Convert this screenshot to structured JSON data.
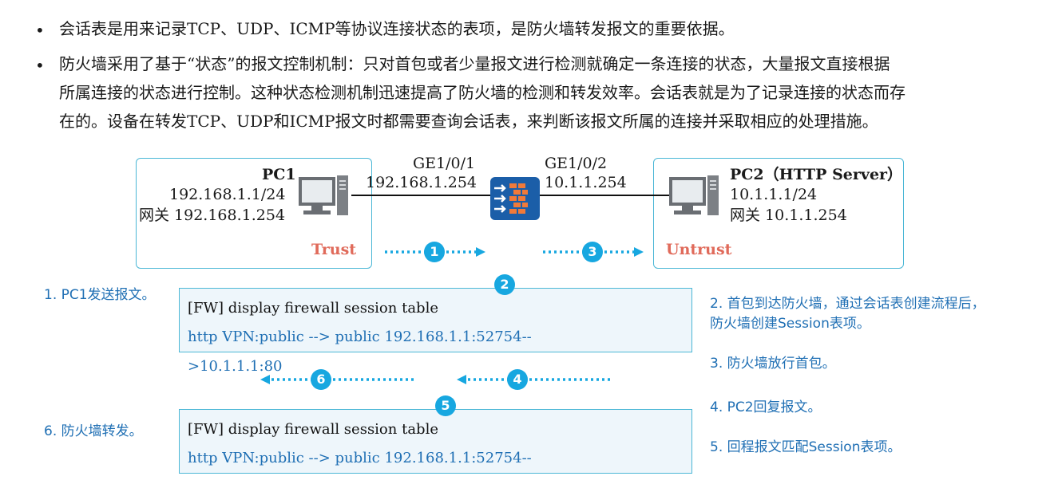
{
  "bullets": [
    "会话表是用来记录TCP、UDP、ICMP等协议连接状态的表项，是防火墙转发报文的重要依据。",
    "防火墙采用了基于“状态”的报文控制机制：只对首包或者少量报文进行检测就确定一条连接的状态，大量报文直接根据",
    "所属连接的状态进行控制。这种状态检测机制迅速提高了防火墙的检测和转发效率。会话表就是为了记录连接的状态而存",
    "在的。设备在转发TCP、UDP和ICMP报文时都需要查询会话表，来判断该报文所属的连接并采取相应的处理措施。"
  ],
  "trust_zone": {
    "label": "Trust",
    "pc_name": "PC1",
    "ip": "192.168.1.1/24",
    "gateway": "网关 192.168.1.254"
  },
  "untrust_zone": {
    "label": "Untrust",
    "pc_name": "PC2（HTTP Server）",
    "ip": "10.1.1.1/24",
    "gateway": "网关 10.1.1.254"
  },
  "firewall": {
    "left_port": "GE1/0/1",
    "left_ip": "192.168.1.254",
    "right_port": "GE1/0/2",
    "right_ip": "10.1.1.254"
  },
  "session_table_1": {
    "command": "[FW] display firewall session table",
    "entry_line1": "http  VPN:public --> public 192.168.1.1:52754--",
    "entry_line2": ">10.1.1.1:80"
  },
  "session_table_2": {
    "command": "[FW] display firewall session table",
    "entry_line1": "http  VPN:public --> public 192.168.1.1:52754--"
  },
  "steps_left": {
    "s1": "1. PC1发送报文。",
    "s6": "6. 防火墙转发。"
  },
  "steps_right": {
    "s2_line1": "2. 首包到达防火墙，通过会话表创建流程后，",
    "s2_line2": "防火墙创建Session表项。",
    "s3": "3. 防火墙放行首包。",
    "s4": "4. PC2回复报文。",
    "s5": "5. 回程报文匹配Session表项。"
  },
  "badges": [
    "1",
    "2",
    "3",
    "4",
    "5",
    "6"
  ],
  "colors": {
    "accent": "#17a7e0",
    "zone_border": "#4bb7d6",
    "zone_label": "#e06a5a",
    "step_text": "#1f6fb4",
    "firewall": "#1b5ea8"
  }
}
